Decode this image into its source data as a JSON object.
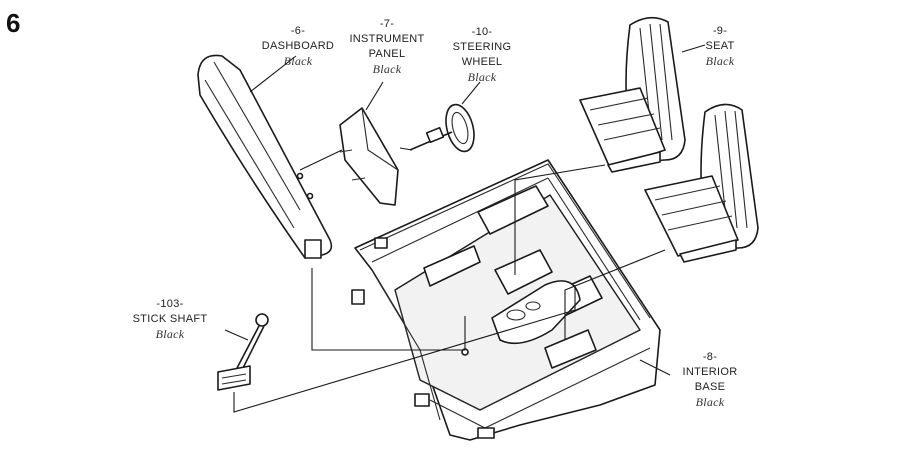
{
  "step_number": "6",
  "parts": {
    "dashboard": {
      "number": "-6-",
      "name_lines": [
        "DASHBOARD"
      ],
      "color": "Black"
    },
    "instrument_panel": {
      "number": "-7-",
      "name_lines": [
        "INSTRUMENT",
        "PANEL"
      ],
      "color": "Black"
    },
    "steering_wheel": {
      "number": "-10-",
      "name_lines": [
        "STEERING",
        "WHEEL"
      ],
      "color": "Black"
    },
    "seat": {
      "number": "-9-",
      "name_lines": [
        "SEAT"
      ],
      "color": "Black"
    },
    "stick_shaft": {
      "number": "-103-",
      "name_lines": [
        "STICK SHAFT"
      ],
      "color": "Black"
    },
    "interior_base": {
      "number": "-8-",
      "name_lines": [
        "INTERIOR",
        "BASE"
      ],
      "color": "Black"
    }
  }
}
